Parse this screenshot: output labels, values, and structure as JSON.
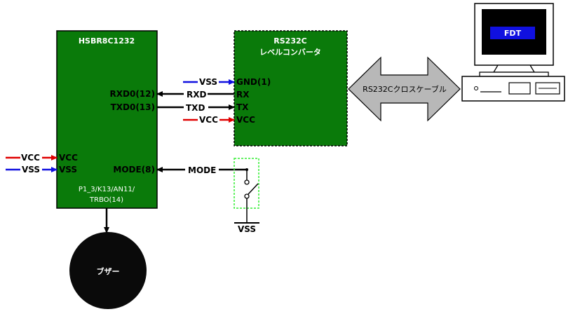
{
  "mcu": {
    "title": "HSBR8C1232",
    "pins": {
      "rxd0": "RXD0(12)",
      "txd0": "TXD0(13)",
      "vcc": "VCC",
      "vss": "VSS",
      "mode": "MODE(8)",
      "p13_line1": "P1_3/K13/AN11/",
      "p13_line2": "TRBO(14)"
    }
  },
  "converter": {
    "title_line1": "RS232C",
    "title_line2": "レベルコンバータ",
    "pins": {
      "gnd": "GND(1)",
      "rx": "RX",
      "tx": "TX",
      "vcc": "VCC"
    }
  },
  "signals": {
    "vss_conv": "VSS",
    "rxd": "RXD",
    "txd": "TXD",
    "vcc_conv": "VCC",
    "vcc_mcu": "VCC",
    "vss_mcu": "VSS",
    "mode": "MODE",
    "vss_switch": "VSS"
  },
  "cable": {
    "label": "RS232Cクロスケーブル"
  },
  "pc": {
    "screen_label": "FDT"
  },
  "buzzer": {
    "label": "ブザー"
  },
  "colors": {
    "board_green": "#0a7a0a",
    "vcc_arrow": "#e00000",
    "vss_arrow": "#1010e0",
    "switch_border": "#33ee33",
    "cable_gray": "#b8b8b8",
    "screen_blue": "#1010e0"
  }
}
